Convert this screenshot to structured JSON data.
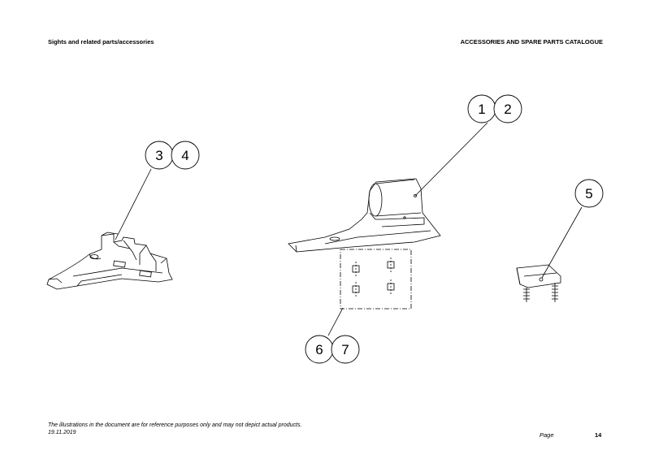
{
  "header": {
    "left": "Sights and related parts/accessories",
    "right": "ACCESSORIES AND SPARE PARTS CATALOGUE"
  },
  "callouts": {
    "c1": "1",
    "c2": "2",
    "c3": "3",
    "c4": "4",
    "c5": "5",
    "c6": "6",
    "c7": "7"
  },
  "footer": {
    "disclaimer": "The illustrations in the document are for reference purposes only and may not depict actual products.",
    "date": "19.11.2019",
    "page_label": "Page",
    "page_number": "14"
  }
}
